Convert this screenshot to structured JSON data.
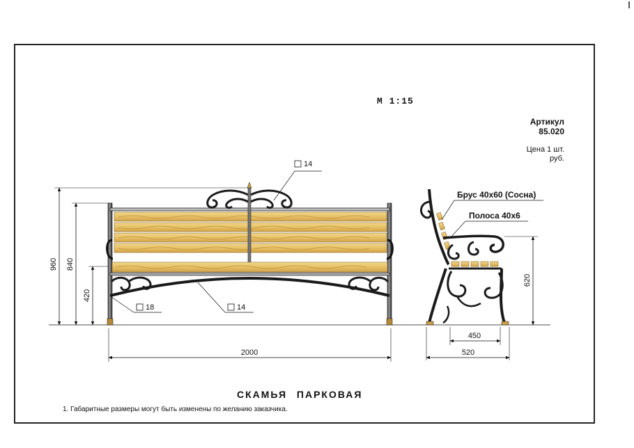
{
  "drawing": {
    "scale": "М 1:15",
    "article_label": "Артикул",
    "article_number": "85.020",
    "price_line1": "Цена 1 шт.",
    "price_line2": "руб.",
    "title": "СКАМЬЯ  ПАРКОВАЯ",
    "note": "1. Габаритные размеры могут быть изменены по желанию заказчика."
  },
  "front_view": {
    "dim_height_total": "960",
    "dim_height_back": "840",
    "dim_height_seat": "420",
    "dim_length": "2000",
    "callout_top_tube": "14",
    "callout_leg_tube": "18",
    "callout_bottom_arc": "14"
  },
  "side_view": {
    "callout_plank": "Брус 40х60 (Сосна)",
    "callout_strip": "Полоса 40х6",
    "dim_arm_height": "620",
    "dim_base_width": "450",
    "dim_total_depth": "520"
  },
  "colors": {
    "wood": "#e9c66f",
    "wood_dark": "#c99a3c",
    "metal": "#1e1e1e",
    "metal_light": "#7a7a7a"
  }
}
